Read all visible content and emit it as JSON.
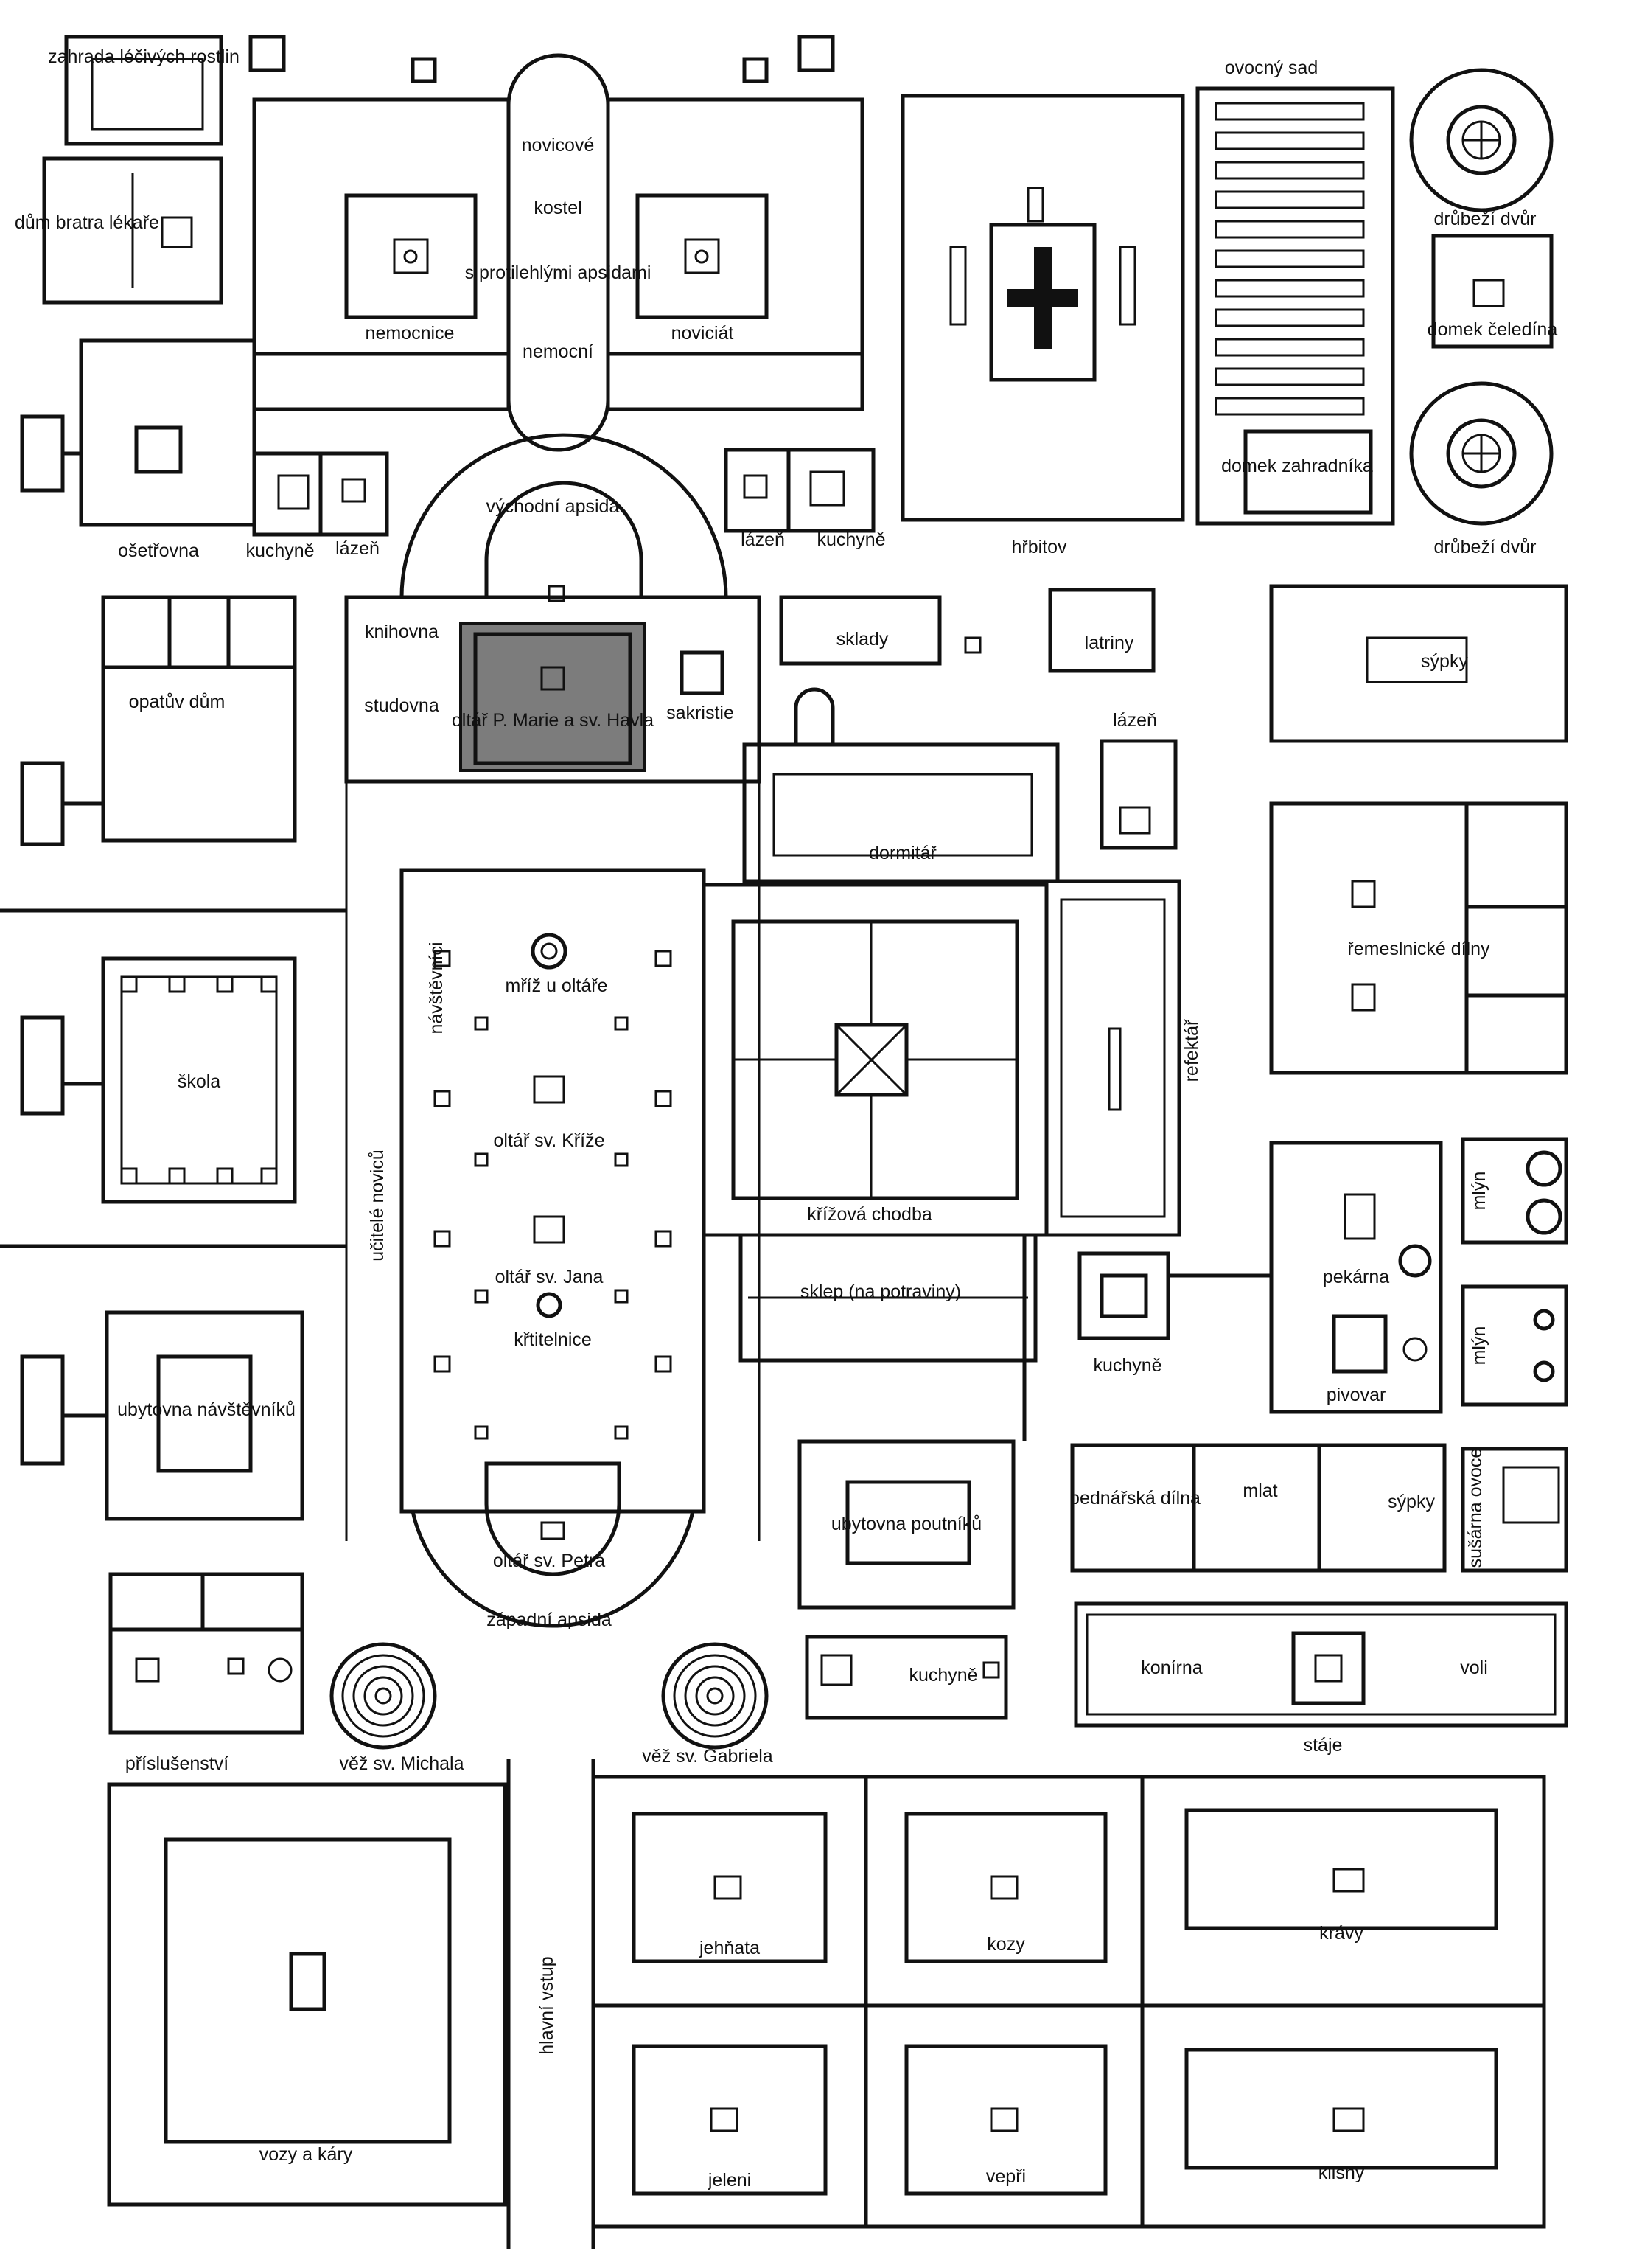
{
  "labels": {
    "zahrada": "zahrada léčivých rostlin",
    "dum_lekare": "dům bratra lékaře",
    "osetrovna": "ošetřovna",
    "kuchyne_nw": "kuchyně",
    "lazen_nw": "lázeň",
    "novicove": "novicové",
    "kostel_cap": "kostel",
    "s_protilehlymi": "s protilehlými apsidami",
    "nemocni": "nemocní",
    "nemocnice": "nemocnice",
    "noviciat": "noviciát",
    "lazen_ne": "lázeň",
    "kuchyne_ne": "kuchyně",
    "vychodni_apsida": "východní apsida",
    "ovocny_sad": "ovocný sad",
    "hrbitov": "hřbitov",
    "drubezi_dvur_1": "drůbeží dvůr",
    "domek_celedina": "domek čeledína",
    "domek_zahradnika": "domek zahradníka",
    "drubezi_dvur_2": "drůbeží dvůr",
    "knihovna": "knihovna",
    "studovna": "studovna",
    "oltar_marie": "oltář P. Marie a sv. Havla",
    "sakristie": "sakristie",
    "sklady": "sklady",
    "latriny": "latriny",
    "lazen_e": "lázeň",
    "sypky_top": "sýpky",
    "opatuv_dum": "opatův dům",
    "dormitar": "dormitář",
    "navstevnici": "návštěvníci",
    "mriz": "mříž u oltáře",
    "krizova_chodba": "křížová chodba",
    "refektar": "refektář",
    "remeslnicke_dilny": "řemeslnické dílny",
    "skola": "škola",
    "oltar_krize": "oltář sv. Kříže",
    "ucitele_novicu": "učitelé noviců",
    "oltar_jana": "oltář sv. Jana",
    "krtitelnice": "křtitelnice",
    "sklep": "sklep (na potraviny)",
    "kuchyne_mid": "kuchyně",
    "pekarna": "pekárna",
    "pivovar": "pivovar",
    "mlyn_1": "mlýn",
    "mlyn_2": "mlýn",
    "ubytovna_navstevniku": "ubytovna návštěvníků",
    "ubytovna_poutniku": "ubytovna poutníků",
    "bednarska_dilna": "bednářská dílna",
    "mlat": "mlat",
    "sypky_mid": "sýpky",
    "susarna_ovoce": "sušárna ovoce",
    "oltar_petra": "oltář sv. Petra",
    "zapadni_apsida": "západní apsida",
    "kuchyne_s": "kuchyně",
    "konirna": "konírna",
    "voli": "voli",
    "stale": "stáje",
    "prislusenstvi": "příslušenství",
    "vez_michala": "věž sv. Michala",
    "vez_gabriela": "věž sv. Gabriela",
    "hlavni_vstup": "hlavní vstup",
    "jehnata": "jehňata",
    "kozy": "kozy",
    "kravy": "krávy",
    "vozy_a_kary": "vozy a káry",
    "jeleni": "jeleni",
    "vepri": "vepři",
    "klisny": "klisny"
  }
}
